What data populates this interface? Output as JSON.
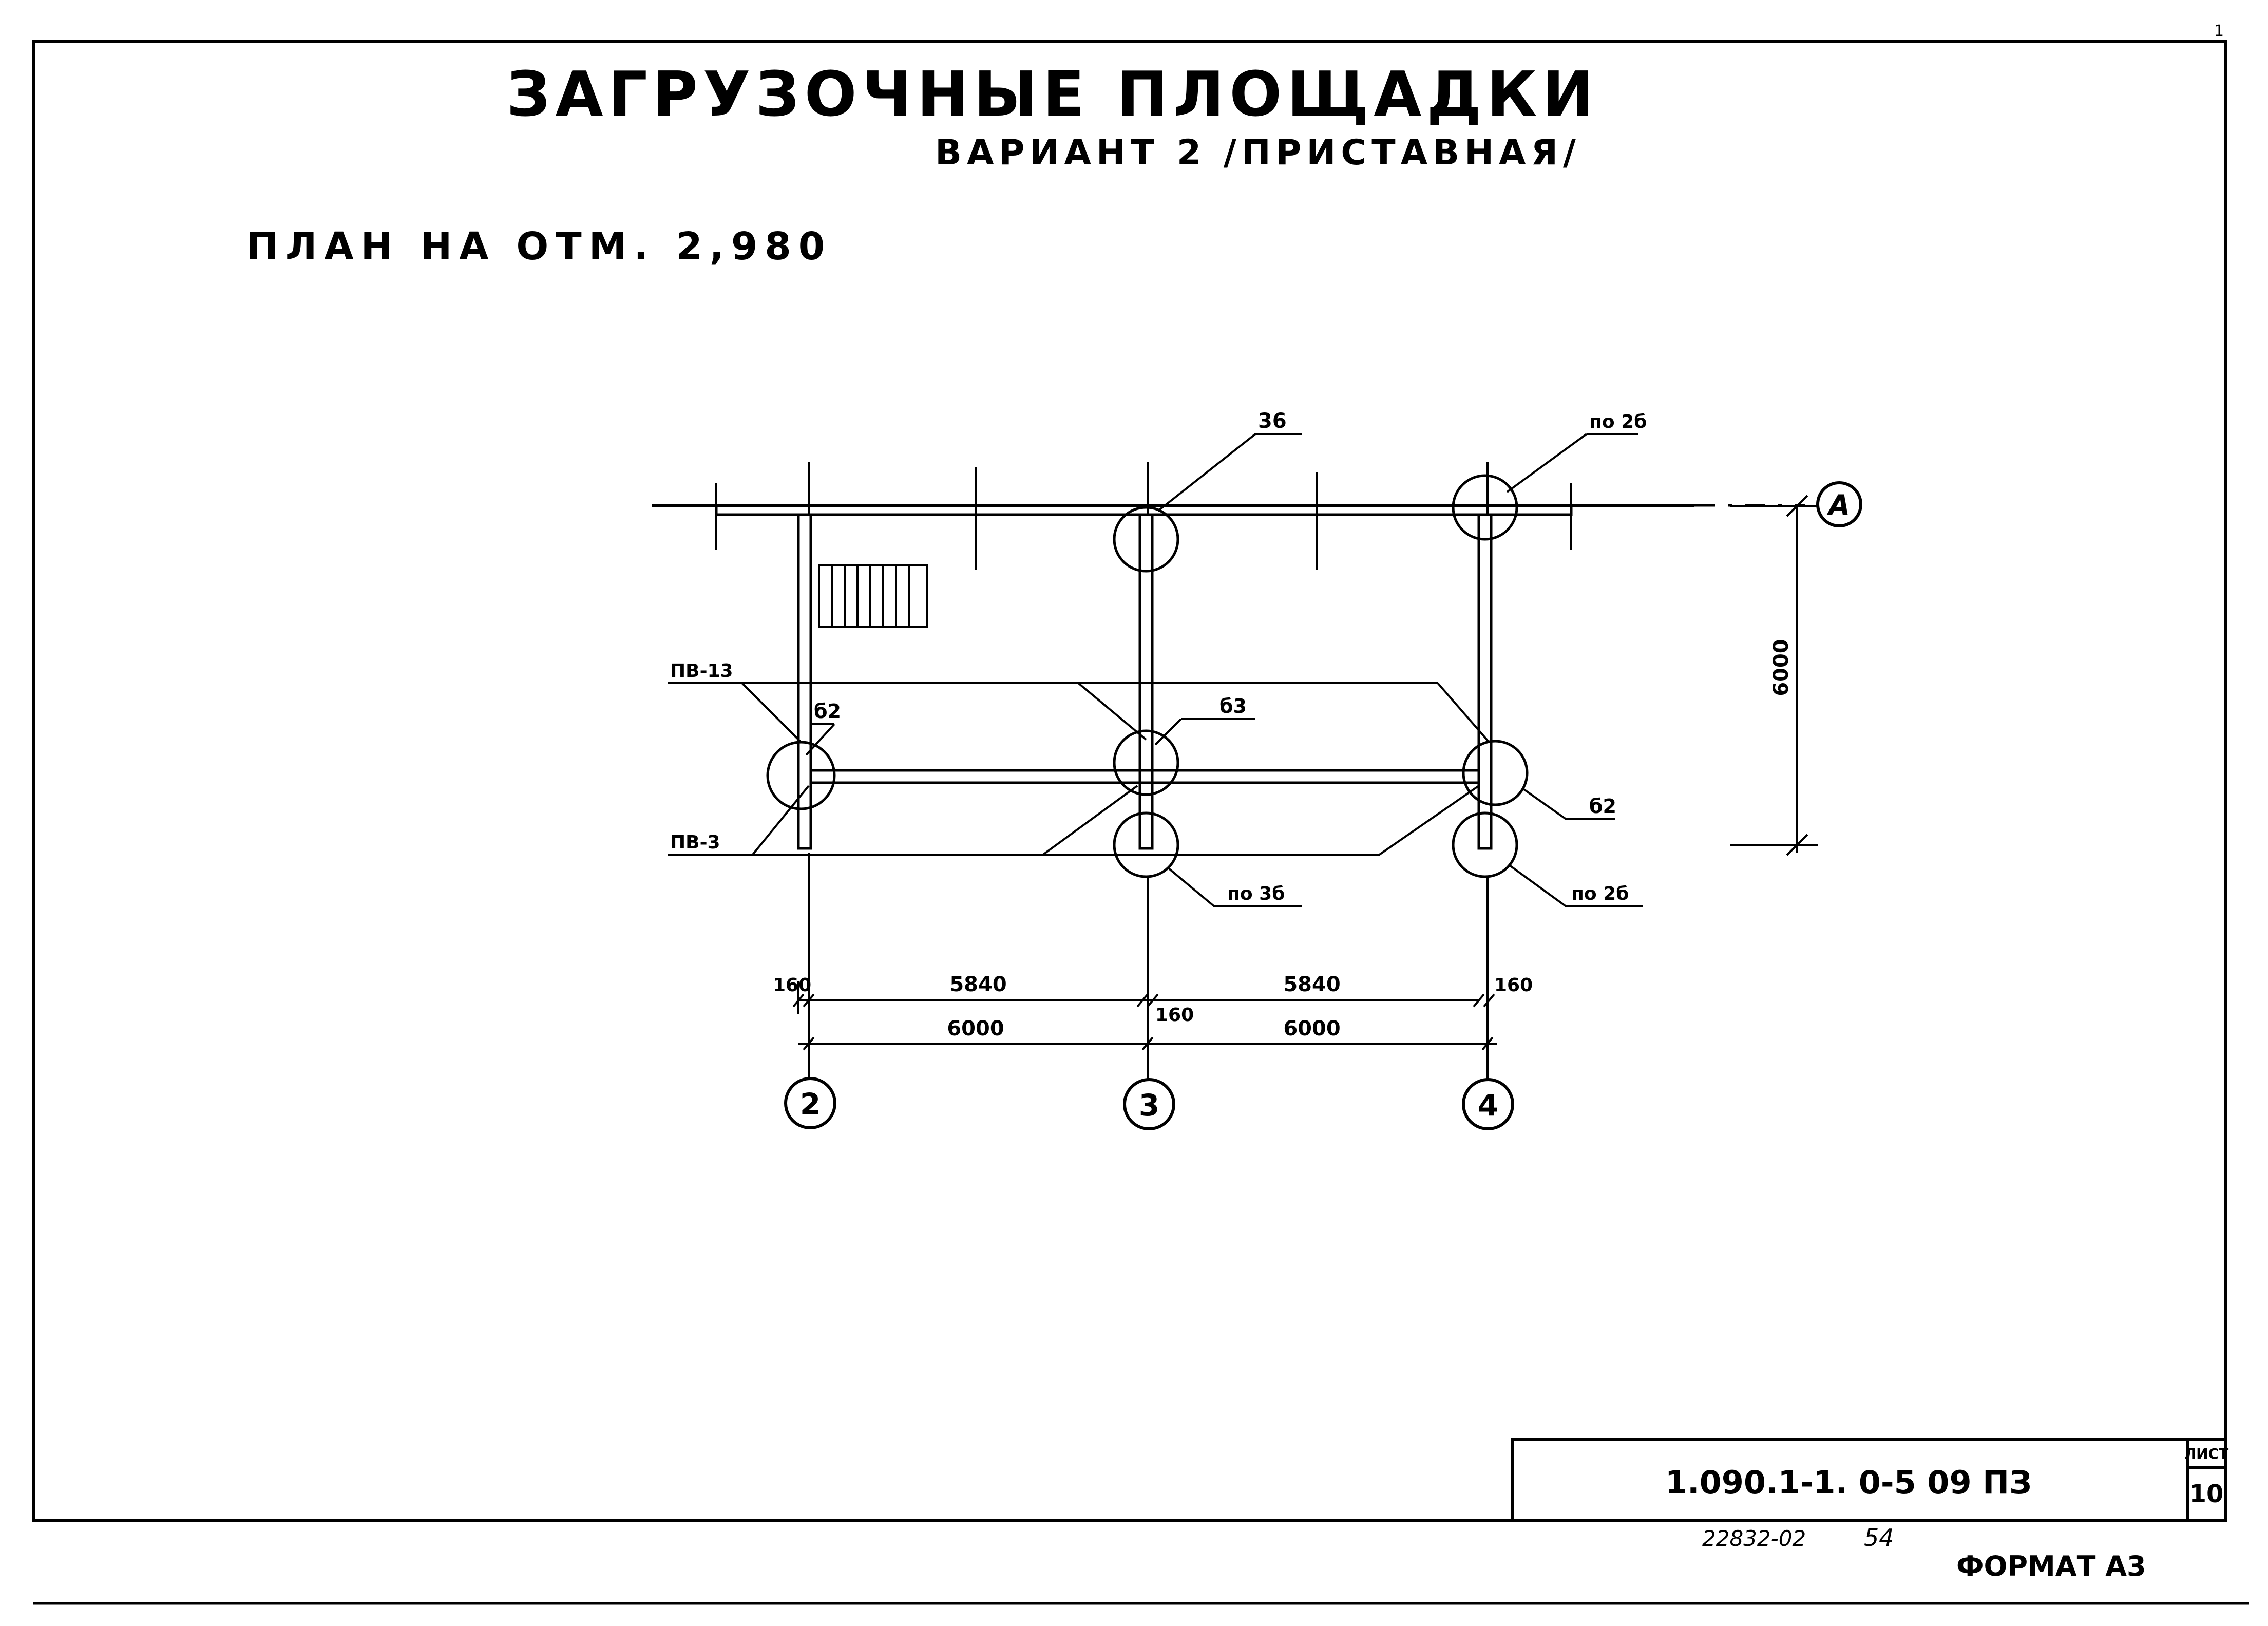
{
  "title": {
    "main": "ЗАГРУЗОЧНЫЕ ПЛОЩАДКИ",
    "variant": "ВАРИАНТ 2 /ПРИСТАВНАЯ/"
  },
  "plan_label": "ПЛАН НА ОТМ. 2,980",
  "callouts": {
    "c36": "36",
    "c26_top": "по 2б",
    "pv13": "ПВ-13",
    "pv3": "ПВ-3",
    "c62_left": "б2",
    "c63": "б3",
    "c62_right": "б2",
    "c36_bottom": "по 3б",
    "c26_bottom": "по 2б"
  },
  "dimensions": {
    "vertical": "6000",
    "small_left": "160",
    "span1_inner": "5840",
    "span2_inner": "5840",
    "small_mid": "160",
    "small_right": "160",
    "span1": "6000",
    "span2": "6000"
  },
  "axes": {
    "a": "А",
    "ax2": "2",
    "ax3": "3",
    "ax4": "4"
  },
  "stamp": {
    "code": "1.090.1-1. 0-5   09 ПЗ",
    "sheet_label": "ЛИСТ",
    "sheet_number": "10"
  },
  "footer": {
    "inventory": "22832-02",
    "page": "54",
    "format": "ФОРМАТ А3"
  },
  "corner_mark": "1"
}
